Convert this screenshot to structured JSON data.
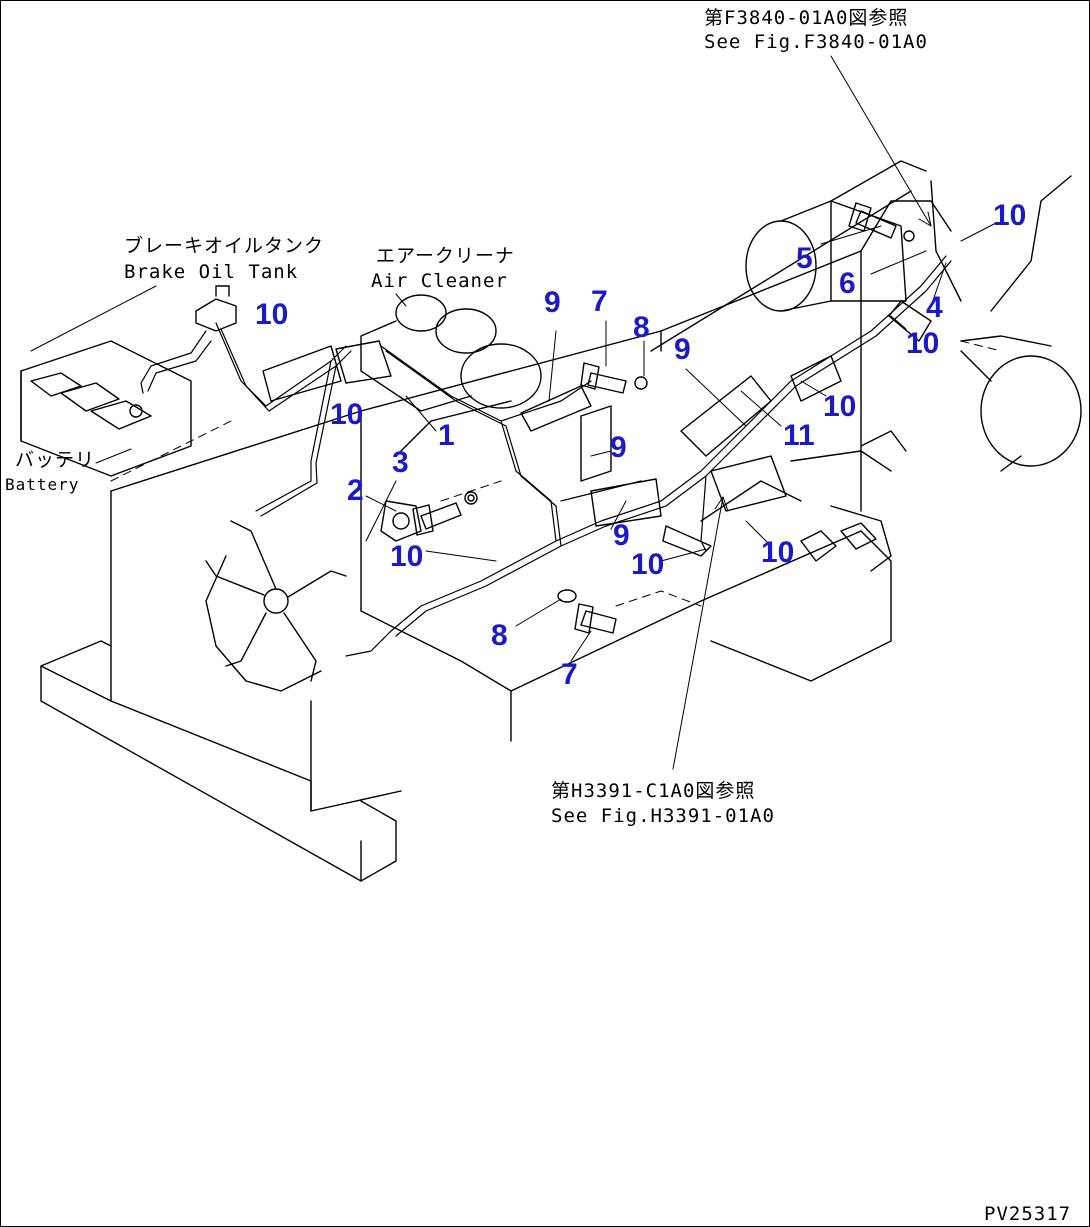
{
  "colors": {
    "callout": "#1a1acc",
    "line": "#000000"
  },
  "labels": {
    "ref_top_jp": "第F3840-01A0図参照",
    "ref_top_en": "See Fig.F3840-01A0",
    "brake_jp": "ブレーキオイルタンク",
    "brake_en": "Brake Oil Tank",
    "air_jp": "エアークリーナ",
    "air_en": "Air Cleaner",
    "battery_jp": "バッテリ",
    "battery_en": "Battery",
    "ref_bot_jp": "第H3391-C1A0図参照",
    "ref_bot_en": "See Fig.H3391-01A0",
    "drawing_id": "PV25317"
  },
  "callouts": [
    "10",
    "5",
    "6",
    "4",
    "10",
    "10",
    "9",
    "7",
    "8",
    "10",
    "10",
    "9",
    "11",
    "1",
    "3",
    "9",
    "2",
    "10",
    "9",
    "10",
    "10",
    "8",
    "7"
  ]
}
